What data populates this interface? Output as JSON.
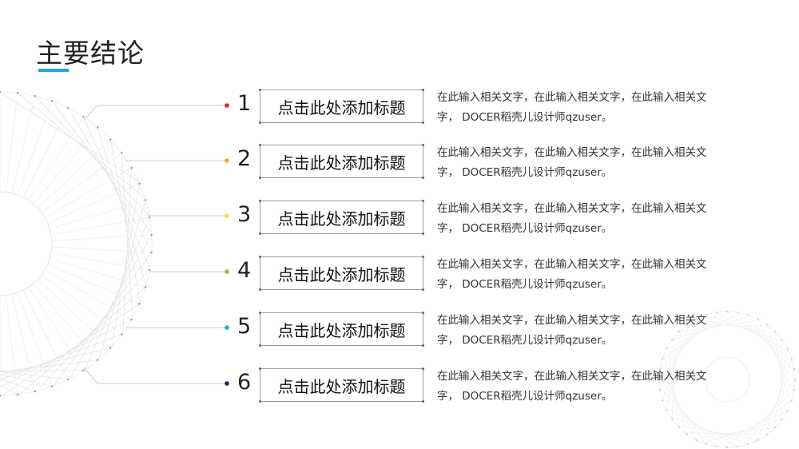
{
  "header": {
    "title": "主要结论"
  },
  "items": [
    {
      "number": "1",
      "title": "点击此处添加标题",
      "text": "在此输入相关文字，在此输入相关文字，在此输入相关文字， DOCER稻壳儿设计师qzuser。",
      "color": "#e5262b"
    },
    {
      "number": "2",
      "title": "点击此处添加标题",
      "text": "在此输入相关文字，在此输入相关文字，在此输入相关文字， DOCER稻壳儿设计师qzuser。",
      "color": "#f2a93b"
    },
    {
      "number": "3",
      "title": "点击此处添加标题",
      "text": "在此输入相关文字，在此输入相关文字，在此输入相关文字， DOCER稻壳儿设计师qzuser。",
      "color": "#f2e23b"
    },
    {
      "number": "4",
      "title": "点击此处添加标题",
      "text": "在此输入相关文字，在此输入相关文字，在此输入相关文字， DOCER稻壳儿设计师qzuser。",
      "color": "#8cc152"
    },
    {
      "number": "5",
      "title": "点击此处添加标题",
      "text": "在此输入相关文字，在此输入相关文字，在此输入相关文字， DOCER稻壳儿设计师qzuser。",
      "color": "#22a7d8"
    },
    {
      "number": "6",
      "title": "点击此处添加标题",
      "text": "在此输入相关文字，在此输入相关文字，在此输入相关文字， DOCER稻壳儿设计师qzuser。",
      "color": "#1a2a5a"
    }
  ],
  "accent_color": "#1fa6e0"
}
